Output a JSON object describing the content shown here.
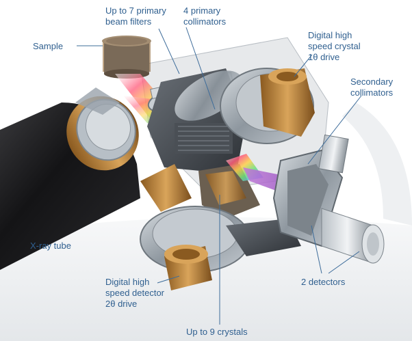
{
  "labels": {
    "sample": "Sample",
    "beam_filters": [
      "Up to 7 primary",
      "beam filters"
    ],
    "primary_collimators": [
      "4 primary",
      "collimators"
    ],
    "crystal_drive": [
      "Digital high",
      "speed crystal",
      "1θ drive"
    ],
    "secondary_collimators": [
      "Secondary",
      "collimators"
    ],
    "xray_tube": "X-ray tube",
    "detector_drive": [
      "Digital high",
      "speed detector",
      "2θ drive"
    ],
    "detectors": "2 detectors",
    "crystals": "Up to 9 crystals"
  },
  "colors": {
    "label_text": "#2f5f8f",
    "leader_line": "#3d6c9a",
    "background": "#ffffff",
    "floor": "#e9ebed",
    "brass": "#c08a3e",
    "steel": "#9aa3ab",
    "tube": "#1c1c1e"
  }
}
